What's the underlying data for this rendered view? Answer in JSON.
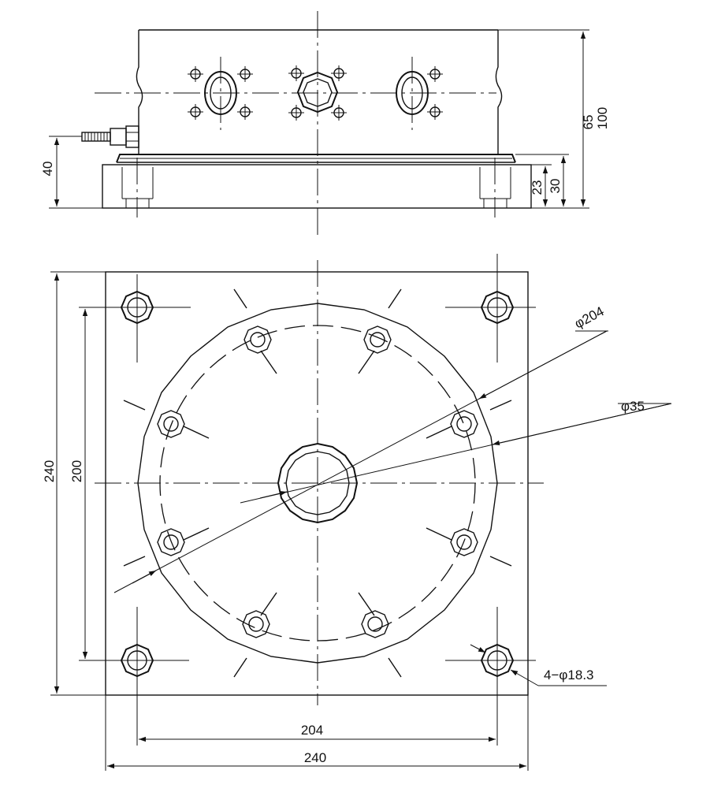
{
  "dimensions": {
    "top_height_total": "100",
    "top_height_mid": "65",
    "top_base_30": "30",
    "top_base_23": "23",
    "cable_height": "40",
    "plan_height": "240",
    "plan_inner_height": "200",
    "plan_inner_width": "204",
    "plan_width": "240",
    "dia_outer": "φ204",
    "dia_center": "φ35",
    "corner_holes": "4−φ18.3"
  }
}
